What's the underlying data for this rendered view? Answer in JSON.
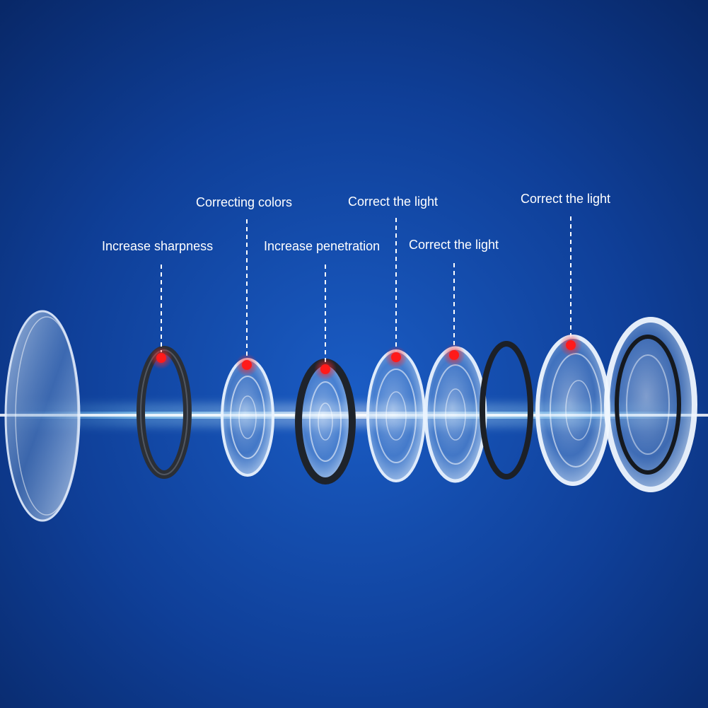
{
  "colors": {
    "background_top": "#0b2f7a",
    "background_mid": "#1650b4",
    "background_bottom": "#0a2a70",
    "beam": "#7fd4ff",
    "marker": "#ff1a1a",
    "label": "#ffffff"
  },
  "callouts": [
    {
      "id": "callout-1",
      "label": "Increase sharpness"
    },
    {
      "id": "callout-2",
      "label": "Correcting colors"
    },
    {
      "id": "callout-3",
      "label": "Increase penetration"
    },
    {
      "id": "callout-4",
      "label": "Correct the light"
    },
    {
      "id": "callout-5",
      "label": "Correct the light"
    },
    {
      "id": "callout-6",
      "label": "Correct the light"
    }
  ]
}
